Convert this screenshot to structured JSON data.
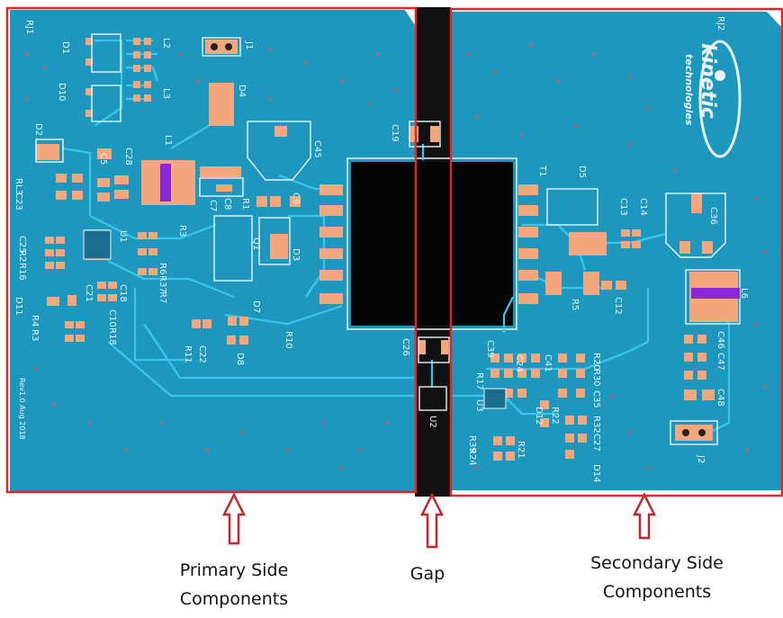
{
  "board": {
    "silk": {
      "rj1": "RJ1",
      "rj2": "RJ2",
      "d1": "D1",
      "d10": "D10",
      "d2": "D2",
      "j1": "J1",
      "d4": "D4",
      "l1": "L1",
      "l2": "L2",
      "l3": "L3",
      "c28": "C28",
      "c5": "C5",
      "c7": "C7",
      "c8": "C8",
      "r1": "R1",
      "c9": "C9",
      "c45": "C45",
      "c19": "C19",
      "r13": "RL3",
      "c23": "C23",
      "c25": "C25",
      "r2": "R2",
      "r16": "R16",
      "u1": "U1",
      "r3": "R3",
      "r6": "R6",
      "r37": "R37",
      "r7": "R7",
      "c18": "C18",
      "c21": "C21",
      "d11": "D11",
      "r4": "R4",
      "c10": "C10",
      "r18": "R18",
      "r11": "R11",
      "c22": "C22",
      "d7": "D7",
      "d8": "D8",
      "r10": "R10",
      "q1": "Q1",
      "d3": "D3",
      "c26": "C26",
      "u2": "U2",
      "rev": "Rev1.0 Aug 2018",
      "t1": "T1",
      "d5": "D5",
      "c13": "C13",
      "c14": "C14",
      "c36": "C36",
      "l6": "L6",
      "r5": "R5",
      "c12": "C12",
      "c39": "C39",
      "c24": "C24",
      "c41": "C41",
      "r20": "R20",
      "r17": "R17",
      "r30": "R30",
      "c35": "C35",
      "u3": "U3",
      "d12": "D12",
      "r22": "R22",
      "r32": "R32",
      "r39": "R39",
      "r24": "R24",
      "r21": "R21",
      "c27": "C27",
      "d14": "D14",
      "c46": "C46",
      "c47": "C47",
      "c48": "C48",
      "j2": "J2"
    },
    "logo": {
      "line1": "kinetic",
      "line2": "technologies"
    },
    "colors": {
      "board": "#1e97be",
      "trace": "#38c6ee",
      "pad": "#f3a77c",
      "ic": "#050505",
      "gap": "#111111",
      "box": "#e32428",
      "arrow": "#c8242a",
      "inductor": "#8a28d8"
    }
  },
  "captions": {
    "primary_line1": "Primary Side",
    "primary_line2": "Components",
    "gap": "Gap",
    "secondary_line1": "Secondary Side",
    "secondary_line2": "Components"
  }
}
